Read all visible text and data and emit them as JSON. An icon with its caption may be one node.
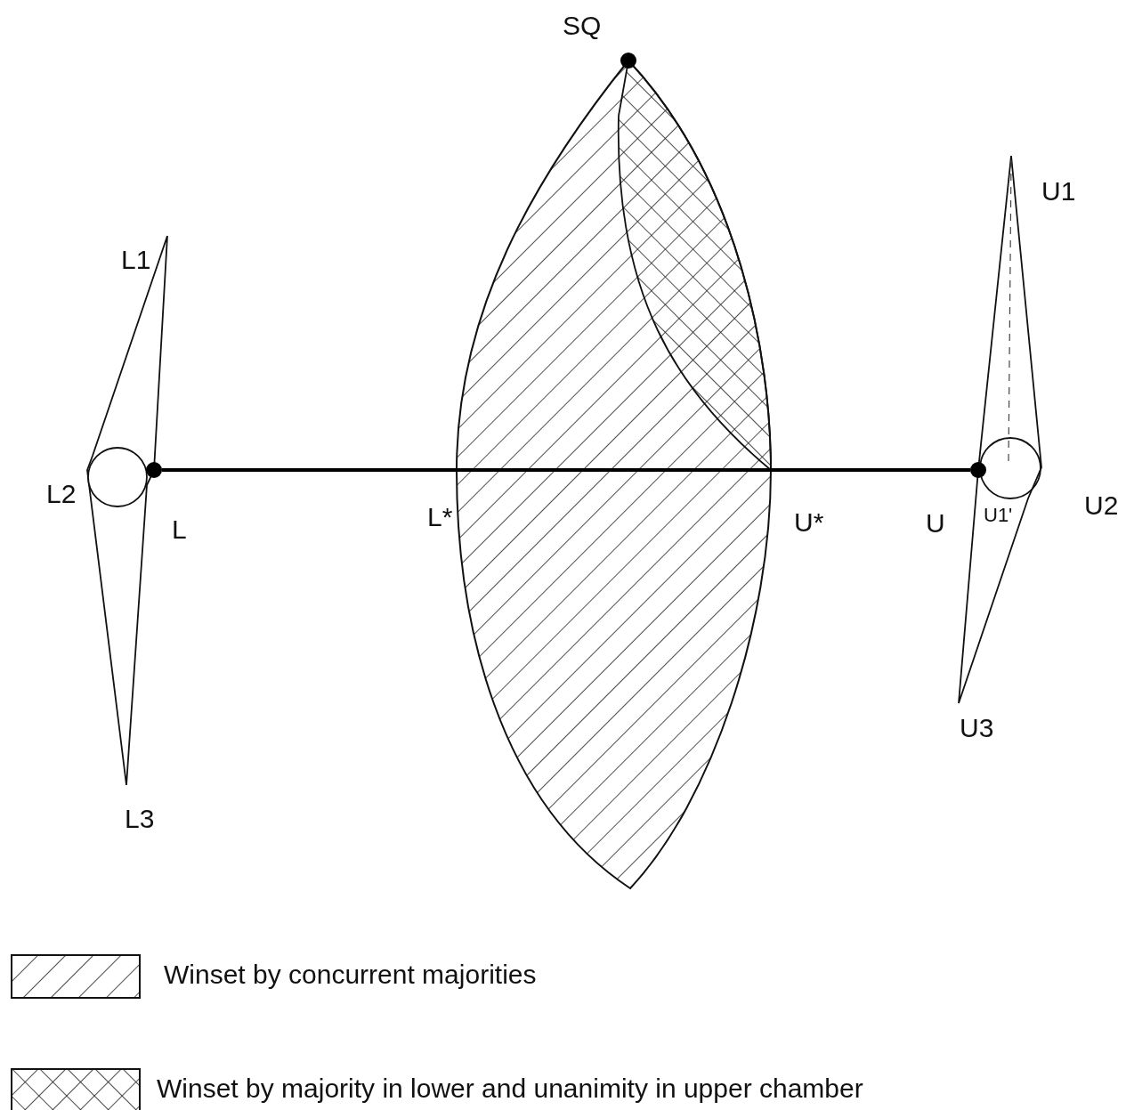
{
  "diagram": {
    "nodes": [
      {
        "text": [],
        "shape": "circle",
        "beside": [
          "SQ"
        ]
      },
      {
        "text": [],
        "shape": "circle",
        "beside": [
          "L"
        ]
      },
      {
        "text": [],
        "shape": "circle",
        "beside": [
          "U"
        ]
      }
    ],
    "edges": [
      {
        "from": 1,
        "to": 2,
        "arrow": "none"
      }
    ],
    "labels": [
      "U1",
      "L1",
      "L2",
      "U2",
      "L*",
      "U*",
      "U1'",
      "U3",
      "L3"
    ],
    "legend": [
      {
        "text": "Winset by concurrent majorities"
      },
      {
        "text": "Winset by majority in lower and unanimity in upper chamber"
      }
    ]
  }
}
